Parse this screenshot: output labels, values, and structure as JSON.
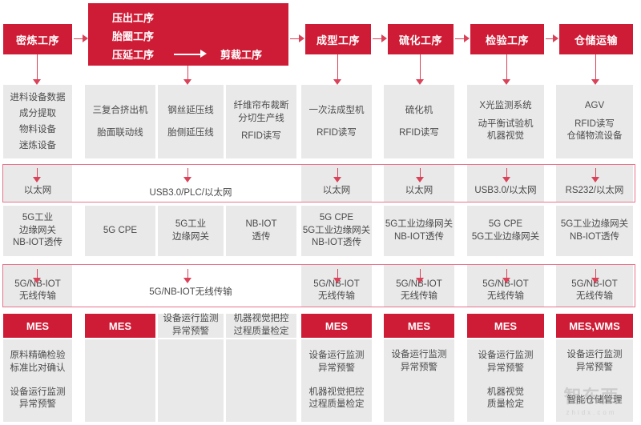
{
  "meta": {
    "accent_red": "#cf1c36",
    "arrow_pink": "#d94258",
    "cell_grey": "#e9e9e9",
    "band_border": "#e8748c",
    "text_grey": "#4b4b4b"
  },
  "process_header": {
    "first": "密炼工序",
    "group": {
      "line1": "压出工序",
      "line2": "胎圈工序",
      "line3": "压延工序",
      "line3_right": "剪裁工序",
      "inner_arrow": "right-arrow-icon"
    },
    "rest": [
      "成型工序",
      "硫化工序",
      "检验工序",
      "仓储运输"
    ]
  },
  "equipment_row": [
    {
      "lines": [
        "进料设备数据",
        "成分提取"
      ],
      "lines2": [
        "物料设备"
      ],
      "lines3": [
        "迷炼设备"
      ]
    },
    {
      "lines": [
        "三复合挤出机"
      ],
      "lines2": [
        "胎面联动线"
      ]
    },
    {
      "lines": [
        "钢丝延压线"
      ],
      "lines2": [
        "胎侧延压线"
      ]
    },
    {
      "lines": [
        "纤维帘布裁断",
        "分切生产线"
      ],
      "lines2": [
        "RFID读写"
      ]
    },
    {
      "lines": [
        "一次法成型机"
      ],
      "lines2": [
        "RFID读写"
      ]
    },
    {
      "lines": [
        "硫化机"
      ],
      "lines2": [
        "RFID读写"
      ]
    },
    {
      "lines": [
        "X光监测系统"
      ],
      "lines2": [
        "动平衡试验机",
        "机器视觉"
      ]
    },
    {
      "lines": [
        "AGV"
      ],
      "lines2": [
        "RFID读写",
        "仓储物流设备"
      ]
    }
  ],
  "wired_row": [
    {
      "label": "以太网"
    },
    {
      "label": "USB3.0/PLC/以太网"
    },
    {
      "label": "以太网"
    },
    {
      "label": "以太网"
    },
    {
      "label": "USB3.0/以太网"
    },
    {
      "label": "RS232/以太网"
    }
  ],
  "gateway_row": [
    {
      "lines": [
        "5G工业",
        "边缘网关",
        "NB-IOT透传"
      ]
    },
    {
      "lines": [
        "5G CPE"
      ]
    },
    {
      "lines": [
        "5G工业",
        "边缘网关"
      ]
    },
    {
      "lines": [
        "NB-IOT",
        "透传"
      ]
    },
    {
      "lines": [
        "5G CPE",
        "5G工业边缘网关",
        "NB-IOT透传"
      ]
    },
    {
      "lines": [
        "5G工业边缘网关",
        "NB-IOT透传"
      ]
    },
    {
      "lines": [
        "5G CPE",
        "5G工业边缘网关"
      ]
    },
    {
      "lines": [
        "5G工业边缘网关",
        "NB-IOT透传"
      ]
    }
  ],
  "wireless_row": [
    {
      "lines": [
        "5G/NB-IOT",
        "无线传输"
      ]
    },
    {
      "lines": [
        "5G/NB-IOT无线传输"
      ]
    },
    {
      "lines": [
        "5G/NB-IOT",
        "无线传输"
      ]
    },
    {
      "lines": [
        "5G/NB-IOT",
        "无线传输"
      ]
    },
    {
      "lines": [
        "5G/NB-IOT",
        "无线传输"
      ]
    },
    {
      "lines": [
        "5G/NB-IOT",
        "无线传输"
      ]
    }
  ],
  "system_row": {
    "chips": [
      "MES",
      "MES",
      "MES",
      "MES",
      "MES",
      "MES,WMS"
    ],
    "grey_chips": [
      {
        "lines": [
          "设备运行监测",
          "异常预警"
        ]
      },
      {
        "lines": [
          "机器视觉把控",
          "过程质量检定"
        ]
      }
    ]
  },
  "application_row": [
    {
      "group1": [
        "原料精确检验",
        "标准比对确认"
      ],
      "group2": [
        "设备运行监测",
        "异常预警"
      ]
    },
    {
      "group1": [],
      "group2": []
    },
    {
      "group1": [],
      "group2": []
    },
    {
      "group1": [],
      "group2": []
    },
    {
      "group1": [
        "设备运行监测",
        "异常预警"
      ],
      "group2": [
        "机器视觉把控",
        "过程质量检定"
      ]
    },
    {
      "group1": [
        "设备运行监测",
        "异常预警"
      ],
      "group2": []
    },
    {
      "group1": [
        "设备运行监测",
        "异常预警"
      ],
      "group2": [
        "机器视觉",
        "质量检定"
      ]
    },
    {
      "group1": [
        "设备运行监测",
        "异常预警"
      ],
      "group2": [
        "智能仓储管理"
      ]
    }
  ],
  "watermark": {
    "main": "智东西",
    "sub": "zhidx.com"
  }
}
